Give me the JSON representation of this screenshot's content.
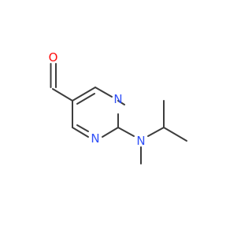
{
  "molecule": {
    "atom_labels": {
      "carbonyl_oxygen": "O",
      "ring_n1": "N",
      "ring_n3": "N",
      "amine_n": "N"
    },
    "colors": {
      "bond": "#3d3d3d",
      "oxygen": "#ff0d0d",
      "nitrogen": "#3050f8",
      "background": "#ffffff"
    }
  }
}
